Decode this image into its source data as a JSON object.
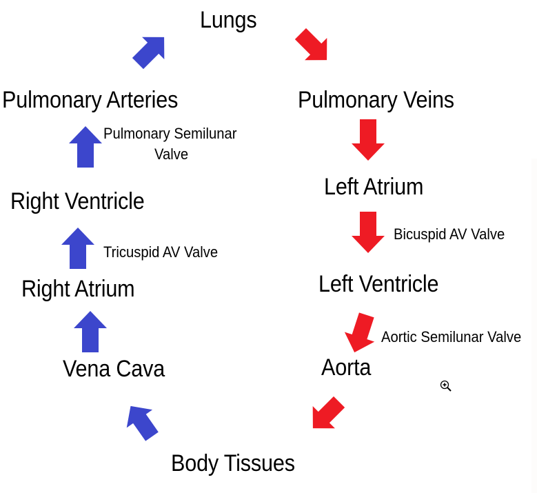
{
  "title": "Circulation pathway through the heart",
  "colors": {
    "deoxygenated_arrow": "#3c46cc",
    "oxygenated_arrow": "#ee1b24",
    "text": "#000000",
    "background": "#ffffff"
  },
  "nodes": {
    "lungs": "Lungs",
    "pulmonary_veins": "Pulmonary Veins",
    "left_atrium": "Left Atrium",
    "left_ventricle": "Left Ventricle",
    "aorta": "Aorta",
    "body_tissues": "Body Tissues",
    "vena_cava": "Vena Cava",
    "right_atrium": "Right Atrium",
    "right_ventricle": "Right Ventricle",
    "pulmonary_arteries": "Pulmonary Arteries"
  },
  "valves": {
    "bicuspid": "Bicuspid AV Valve",
    "aortic_semilunar": "Aortic Semilunar Valve",
    "tricuspid": "Tricuspid AV Valve",
    "pulmonary_semilunar_line1": "Pulmonary Semilunar",
    "pulmonary_semilunar_line2": "Valve"
  },
  "flow": [
    {
      "from": "Lungs",
      "to": "Pulmonary Veins",
      "color": "oxygenated_arrow",
      "icon": "arrow-down-right-icon"
    },
    {
      "from": "Pulmonary Veins",
      "to": "Left Atrium",
      "color": "oxygenated_arrow",
      "icon": "arrow-down-icon"
    },
    {
      "from": "Left Atrium",
      "to": "Left Ventricle",
      "via": "Bicuspid AV Valve",
      "color": "oxygenated_arrow",
      "icon": "arrow-down-icon"
    },
    {
      "from": "Left Ventricle",
      "to": "Aorta",
      "via": "Aortic Semilunar Valve",
      "color": "oxygenated_arrow",
      "icon": "arrow-down-icon"
    },
    {
      "from": "Aorta",
      "to": "Body Tissues",
      "color": "oxygenated_arrow",
      "icon": "arrow-down-left-icon"
    },
    {
      "from": "Body Tissues",
      "to": "Vena Cava",
      "color": "deoxygenated_arrow",
      "icon": "arrow-up-left-icon"
    },
    {
      "from": "Vena Cava",
      "to": "Right Atrium",
      "color": "deoxygenated_arrow",
      "icon": "arrow-up-icon"
    },
    {
      "from": "Right Atrium",
      "to": "Right Ventricle",
      "via": "Tricuspid AV Valve",
      "color": "deoxygenated_arrow",
      "icon": "arrow-up-icon"
    },
    {
      "from": "Right Ventricle",
      "to": "Pulmonary Arteries",
      "via": "Pulmonary Semilunar Valve",
      "color": "deoxygenated_arrow",
      "icon": "arrow-up-icon"
    },
    {
      "from": "Pulmonary Arteries",
      "to": "Lungs",
      "color": "deoxygenated_arrow",
      "icon": "arrow-up-right-icon"
    }
  ],
  "cursor": "zoom-in-cursor-icon"
}
